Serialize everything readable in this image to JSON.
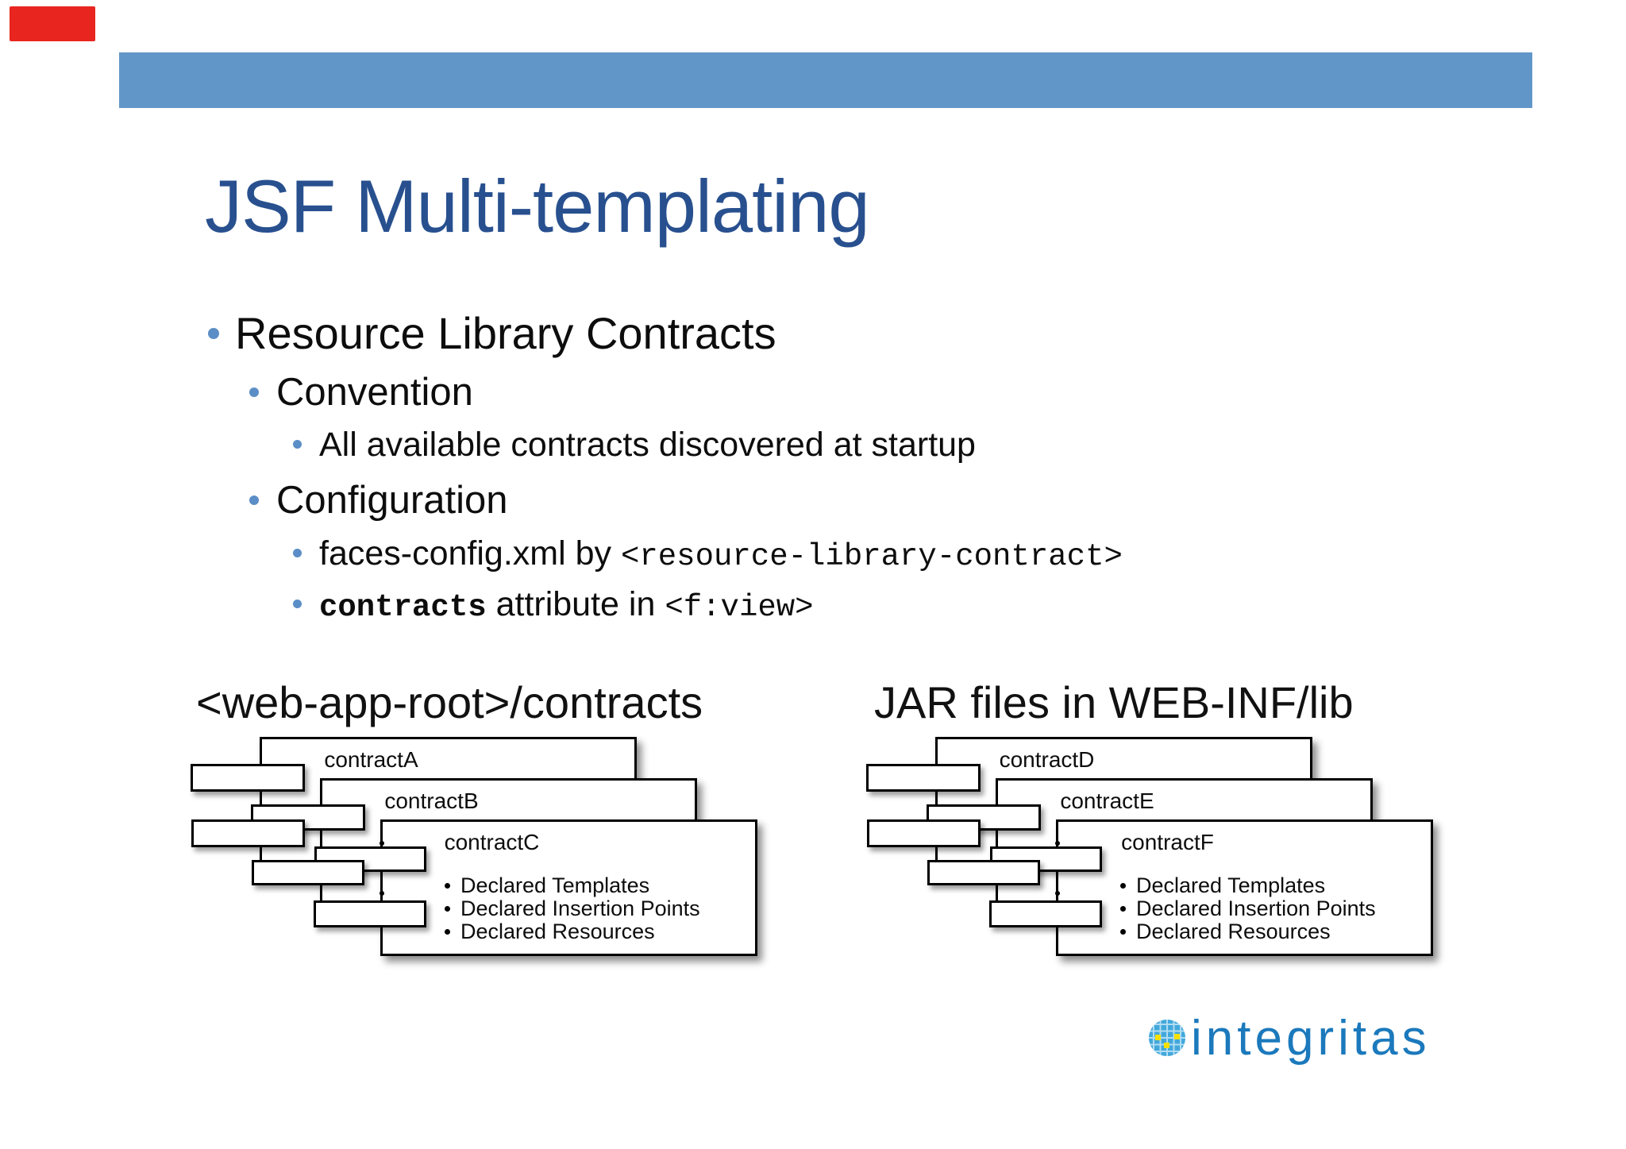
{
  "title": "JSF Multi-templating",
  "outline": {
    "item1": "Resource Library Contracts",
    "item1_1": "Convention",
    "item1_1_1": "All available contracts discovered at startup",
    "item1_2": "Configuration",
    "cfg_line1": {
      "sans": "faces-config.xml by ",
      "code": "<resource-library-contract>"
    },
    "cfg_line2": {
      "code_bold": "contracts",
      "sans": " attribute in ",
      "code": "<f:view>"
    }
  },
  "diagrams": {
    "left": {
      "heading": "<web-app-root>/contracts",
      "boxes": [
        "contractA",
        "contractB",
        "contractC"
      ],
      "front_box_items": [
        "Declared Templates",
        "Declared Insertion Points",
        "Declared Resources"
      ]
    },
    "right": {
      "heading": "JAR files in WEB-INF/lib",
      "boxes": [
        "contractD",
        "contractE",
        "contractF"
      ],
      "front_box_items": [
        "Declared Templates",
        "Declared Insertion Points",
        "Declared Resources"
      ]
    }
  },
  "logo": {
    "text": "integritas"
  },
  "colors": {
    "top_bar": "#6196c9",
    "title": "#28508f",
    "bullet_dot": "#5b8ec6",
    "logo_text": "#1b79bc",
    "logo_ball": "#42a8db",
    "logo_ball_yellow": "#f8e000",
    "red_marker": "#e8251f"
  }
}
